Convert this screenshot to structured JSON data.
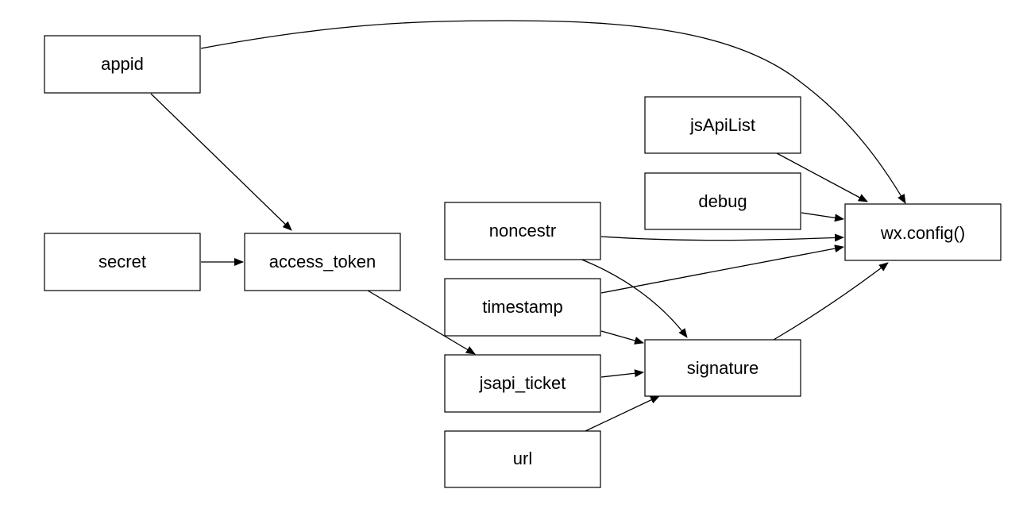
{
  "diagram": {
    "nodes": {
      "appid": "appid",
      "secret": "secret",
      "access_token": "access_token",
      "jsapi_ticket": "jsapi_ticket",
      "noncestr": "noncestr",
      "timestamp": "timestamp",
      "url": "url",
      "signature": "signature",
      "jsApiList": "jsApiList",
      "debug": "debug",
      "wx_config": "wx.config()"
    },
    "edges": [
      {
        "from": "appid",
        "to": "wx_config"
      },
      {
        "from": "appid",
        "to": "access_token"
      },
      {
        "from": "secret",
        "to": "access_token"
      },
      {
        "from": "access_token",
        "to": "jsapi_ticket"
      },
      {
        "from": "noncestr",
        "to": "wx_config"
      },
      {
        "from": "noncestr",
        "to": "signature"
      },
      {
        "from": "timestamp",
        "to": "wx_config"
      },
      {
        "from": "timestamp",
        "to": "signature"
      },
      {
        "from": "jsapi_ticket",
        "to": "signature"
      },
      {
        "from": "url",
        "to": "signature"
      },
      {
        "from": "signature",
        "to": "wx_config"
      },
      {
        "from": "jsApiList",
        "to": "wx_config"
      },
      {
        "from": "debug",
        "to": "wx_config"
      }
    ]
  }
}
